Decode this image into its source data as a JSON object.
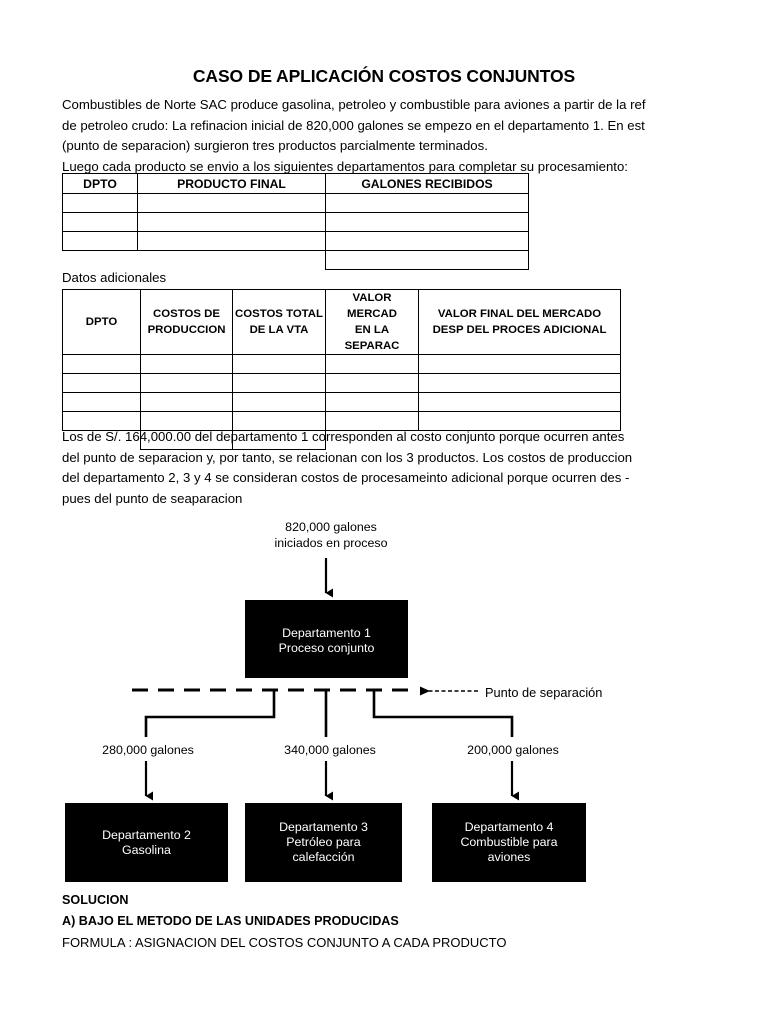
{
  "document": {
    "title": "CASO DE APLICACIÓN COSTOS CONJUNTOS",
    "intro_lines": [
      "Combustibles de Norte SAC produce gasolina, petroleo y combustible para aviones a partir de la ref",
      "de petroleo crudo: La refinacion inicial de 820,000 galones se empezo en el departamento 1. En est",
      "(punto de separacion) surgieron tres productos parcialmente terminados.",
      "Luego cada producto se envio a los siguientes departamentos para completar su procesamiento:"
    ],
    "mid_paragraph_lines": [
      "Los de S/. 164,000.00 del departamento 1 corresponden al costo conjunto porque ocurren antes",
      "del punto de separacion y, por tanto, se relacionan con los 3 productos. Los costos de produccion",
      "del departamento 2, 3  y 4 se consideran costos de procesameinto adicional porque ocurren des -",
      "pues del punto de seaparacion"
    ]
  },
  "table_galones": {
    "headers": [
      "DPTO",
      "PRODUCTO FINAL",
      "GALONES RECIBIDOS"
    ],
    "rows": [
      [
        "",
        "",
        ""
      ],
      [
        "",
        "",
        ""
      ],
      [
        "",
        "",
        ""
      ]
    ],
    "extra_row_third_column": ""
  },
  "label_datos_adicionales": "Datos adicionales",
  "table_datos": {
    "headers": [
      {
        "line1": "DPTO",
        "line2": ""
      },
      {
        "line1": "COSTOS DE",
        "line2": "PRODUCCION"
      },
      {
        "line1": "COSTOS TOTAL",
        "line2": "DE LA VTA"
      },
      {
        "line1": "VALOR MERCAD",
        "line2": "EN LA SEPARAC"
      },
      {
        "line1": "VALOR FINAL DEL MERCADO",
        "line2": "DESP DEL PROCES ADICIONAL"
      }
    ],
    "rows": [
      [
        "",
        "",
        "",
        "",
        ""
      ],
      [
        "",
        "",
        "",
        "",
        ""
      ],
      [
        "",
        "",
        "",
        "",
        ""
      ],
      [
        "",
        "",
        "",
        "",
        ""
      ]
    ],
    "extra_row_cols_2_3": [
      "",
      ""
    ]
  },
  "flowchart": {
    "input_label": "820,000 galones\niniciados en proceso",
    "input_label_line1": "820,000 galones",
    "input_label_line2": "iniciados en proceso",
    "dep1_line1": "Departamento 1",
    "dep1_line2": "Proceso conjunto",
    "split_point_label": "Punto de separación",
    "branch_280": "280,000 galones",
    "branch_340": "340,000 galones",
    "branch_200": "200,000 galones",
    "dep2_line1": "Departamento 2",
    "dep2_line2": "Gasolina",
    "dep3_line1": "Departamento 3",
    "dep3_line2": "Petróleo para",
    "dep3_line3": "calefacción",
    "dep4_line1": "Departamento 4",
    "dep4_line2": "Combustible para",
    "dep4_line3": "aviones",
    "box_color": "#000000",
    "box_text_color": "#ffffff"
  },
  "solution": {
    "heading": "SOLUCION",
    "method": "A) BAJO EL METODO DE LAS UNIDADES PRODUCIDAS",
    "formula": "FORMULA :  ASIGNACION DEL COSTOS CONJUNTO A CADA PRODUCTO"
  }
}
